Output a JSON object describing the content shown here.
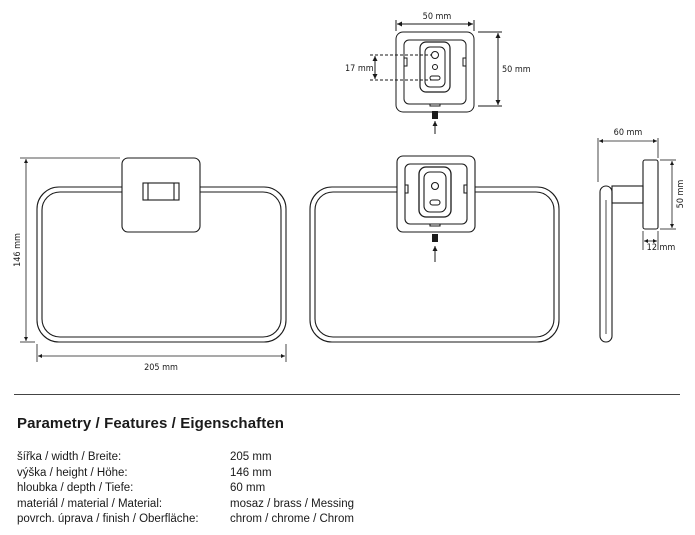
{
  "dimensions": {
    "top_width": "50 mm",
    "top_height": "50 mm",
    "top_offset": "17 mm",
    "front_height": "146 mm",
    "front_width": "205 mm",
    "side_depth": "60 mm",
    "side_height": "50 mm",
    "side_base": "12 mm"
  },
  "params": {
    "heading": "Parametry / Features / Eigenschaften",
    "rows": [
      {
        "label": "šířka / width / Breite:",
        "value": "205 mm"
      },
      {
        "label": "výška / height / Höhe:",
        "value": "146 mm"
      },
      {
        "label": "hloubka / depth / Tiefe:",
        "value": "60 mm"
      },
      {
        "label": "materiál / material / Material:",
        "value": "mosaz / brass / Messing"
      },
      {
        "label": "povrch. úprava / finish / Oberfläche:",
        "value": "chrom / chrome / Chrom"
      }
    ]
  }
}
